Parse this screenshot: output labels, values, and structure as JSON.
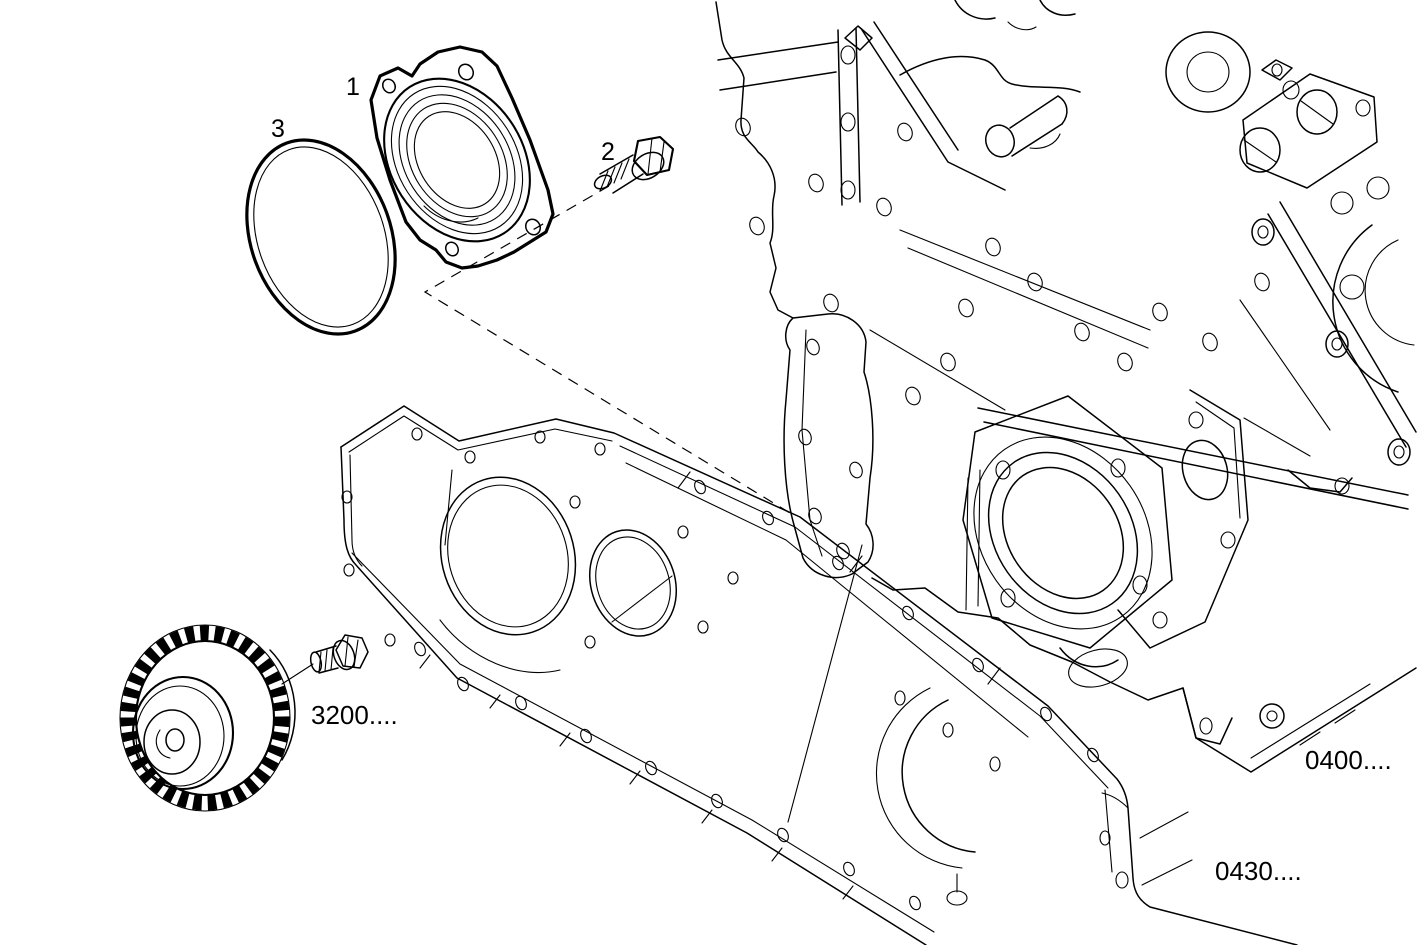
{
  "figure": {
    "type": "exploded-parts-diagram",
    "background_color": "#ffffff",
    "line_color": "#000000",
    "callouts": {
      "part_1": "1",
      "part_2": "2",
      "part_3": "3",
      "ref_code_gear": "3200....",
      "ref_code_engine": "0400....",
      "ref_code_bracket": "0430...."
    }
  }
}
